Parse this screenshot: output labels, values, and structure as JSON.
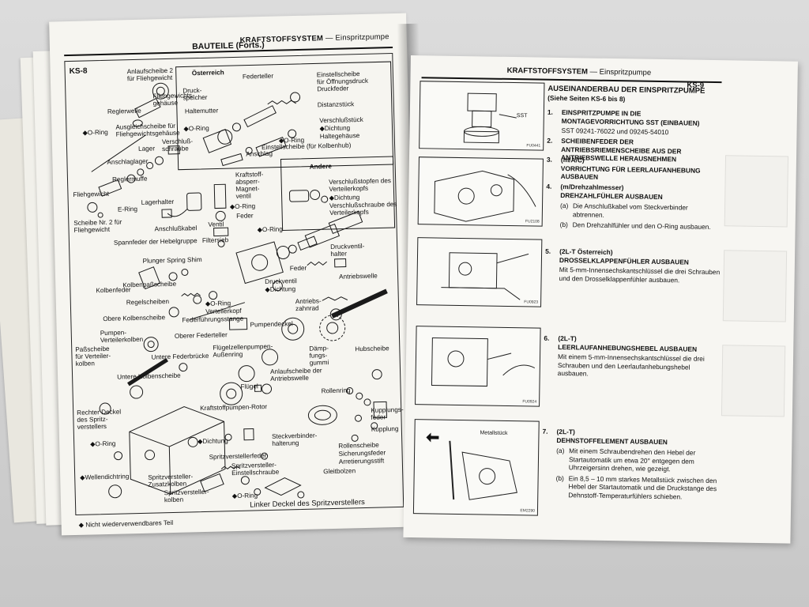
{
  "left_page": {
    "page_number": "KS-8",
    "header_title": "KRAFTSTOFFSYSTEM",
    "header_sep": " — ",
    "header_sub": "Einspritzpumpe",
    "section_title": "BAUTEILE (Forts.)",
    "callouts": {
      "oesterreich": "Österreich",
      "andere": "Andere",
      "anlaufscheibe_fliehgewicht": "Anlaufscheibe 2\nfür Fliehgewicht",
      "reglerwelle": "Reglerwelle",
      "fliehgewichts_gehaeuse": "Fliehgewichts-\ngehäuse",
      "ausgleichscheibe": "Ausgleichscheibe für\nFliehgewichtsgehäuse",
      "o_ring_1": "◆O-Ring",
      "lager": "Lager",
      "verschlussschraube": "Verschluß-\nschraube",
      "anschlaglager": "Anschlaglager",
      "reglermuffe": "Reglermuffe",
      "fliehgewicht": "Fliehgewicht",
      "e_ring": "E-Ring",
      "lagerhalter": "Lagerhalter",
      "scheibe_nr2": "Scheibe Nr. 2 für\nFliehgewicht",
      "druckspeicher": "Druck-\nspeicher",
      "federteller": "Federteller",
      "einstellscheibe_oeffnung": "Einstellscheibe\nfür Öffnungsdruck\nDruckfeder",
      "haltemutter": "Haltemutter",
      "distanzstueck": "Distanzstück",
      "o_ring_2": "◆O-Ring",
      "verschlussstueck": "Verschlußstück",
      "dichtung_1": "◆Dichtung",
      "haltegehaeuse": "Haltegehäuse",
      "o_ring_3": "◆O-Ring",
      "anschlag": "Anschlag",
      "einstellscheibe_kolben": "Einstellscheibe (für Kolbenhub)",
      "magnetventil": "Kraftstoff-\nabsperr-\nMagnet-\nventil",
      "o_ring_4": "◆O-Ring",
      "feder_1": "Feder",
      "anschlusskabel": "Anschlußkabel",
      "ventil": "Ventil",
      "verschlussstopfen": "Verschlußstopfen des\nVerteilerkopfs",
      "dichtung_2": "◆Dichtung",
      "verschlussschraube_vk": "Verschlußschraube des\nVerteilerkopfs",
      "spannfeder": "Spannfeder der Hebelgruppe",
      "filtersieb": "Filtersieb",
      "o_ring_5": "◆O-Ring",
      "plunger_shim": "Plunger Spring Shim",
      "feder_2": "Feder",
      "druckventilhalter": "Druckventil-\nhalter",
      "kolbenfeder": "Kolbenfeder",
      "kolbenpassscheibe": "Kolbenpaßscheibe",
      "druckventil": "Druckventil",
      "dichtung_3": "◆Dichtung",
      "antriebswelle": "Antriebswelle",
      "regelscheiben": "Regelscheiben",
      "o_ring_6": "◆O-Ring",
      "verteilerkopf": "Verteilerkopf",
      "obere_kolbenscheibe": "Obere Kolbenscheibe",
      "federfuehrungsstange": "Federführungsstange",
      "antriebszahnrad": "Antriebs-\nzahnrad",
      "pumpen_verteilerkolben": "Pumpen-\nVerteilerkolben",
      "oberer_federteller": "Oberer Federteller",
      "pumpendeckel": "Pumpendeckel",
      "passscheibe": "Paßscheibe\nfür Verteiler-\nkolben",
      "untere_federbruecke": "Untere Federbrücke",
      "fluegelzellenpumpen": "Flügelzellenpumpen-\nAußenring",
      "daempfungsgummi": "Dämp-\nfungs-\ngummi",
      "hubscheibe": "Hubscheibe",
      "untere_kolbenscheibe": "Untere Kolbenscheibe",
      "anlaufscheibe_antriebswelle": "Anlaufscheibe der\nAntriebswelle",
      "fluegel": "Flügel",
      "rollenring": "Rollenring",
      "rechter_deckel": "Rechter Deckel\ndes Spritz-\nverstellers",
      "rotor": "Kraftstoffpumpen-Rotor",
      "kupplungsfeder": "Kupplungs-\nfeder",
      "kupplung": "Kupplung",
      "o_ring_7": "◆O-Ring",
      "dichtung_4": "◆Dichtung",
      "steckverbinderhalterung": "Steckverbinder-\nhalterung",
      "rollenscheibe": "Rollenscheibe",
      "sicherungsfeder": "Sicherungsfeder",
      "arretierungsstift": "Arretierungsstift",
      "spritzverstellerfeder": "Spritzverstellerfeder",
      "einstellschraube": "Spritzversteller-\nEinstellschraube",
      "gleitbolzen": "Gleitbolzen",
      "wellendichtring": "◆Wellendichtring",
      "zusatzkolben": "Spritzversteller-\nZusatzkolben",
      "spritzverstellerkolben": "Spritzversteller-\nkolben",
      "o_ring_8": "◆O-Ring",
      "linker_deckel": "Linker Deckel des Spritzverstellers"
    },
    "footnote": "◆  Nicht wiederverwendbares Teil"
  },
  "right_page": {
    "header_title": "KRAFTSTOFFSYSTEM",
    "header_sep": " — ",
    "header_sub": "Einspritzpumpe",
    "page_number": "KS-9",
    "main_heading": "AUSEINANDERBAU DER EINSPRITZPUMPE",
    "main_ref": "(Siehe Seiten KS-6 bis 8)",
    "photos": [
      {
        "code": "FU0441",
        "tag": "SST"
      },
      {
        "code": "FU2108",
        "tag": ""
      },
      {
        "code": "FU0923",
        "tag": ""
      },
      {
        "code": "FU0924",
        "tag": ""
      },
      {
        "code": "EM2290",
        "tag": "Metallstück"
      }
    ],
    "steps": [
      {
        "num": "1.",
        "head": "EINSPRITZPUMPE IN DIE MONTAGEVORRICHTUNG SST (EINBAUEN)",
        "text": "SST 09241-76022 und 09245-54010"
      },
      {
        "num": "2.",
        "head": "SCHEIBENFEDER DER ANTRIEBSRIEMENSCHEIBE AUS DER ANTRIEBSWELLE HERAUSNEHMEN"
      },
      {
        "num": "3.",
        "head": "(m/A/C)\nVORRICHTUNG FÜR LEERLAUFANHEBUNG AUSBAUEN"
      },
      {
        "num": "4.",
        "head": "(m/Drehzahlmesser)\nDREHZAHLFÜHLER AUSBAUEN",
        "subs": [
          {
            "k": "(a)",
            "v": "Die Anschlußkabel vom Steckverbinder abtrennen."
          },
          {
            "k": "(b)",
            "v": "Den Drehzahlfühler und den O-Ring ausbauen."
          }
        ]
      },
      {
        "num": "5.",
        "head": "(2L-T Österreich)\nDROSSELKLAPPENFÜHLER AUSBAUEN",
        "text": "Mit 5-mm-Innensechskantschlüssel die drei Schrauben und den Drosselklappenfühler ausbauen."
      },
      {
        "num": "6.",
        "head": "(2L-T)\nLEERLAUFANHEBUNGSHEBEL AUSBAUEN",
        "text": "Mit einem 5-mm-Innensechskantschlüssel die drei Schrauben und den Leerlaufanhebungshebel ausbauen."
      },
      {
        "num": "7.",
        "head": "(2L-T)\nDEHNSTOFFELEMENT AUSBAUEN",
        "subs": [
          {
            "k": "(a)",
            "v": "Mit einem Schraubendrehen den Hebel der Startautomatik um etwa 20° entgegen dem Uhrzeigersinn drehen, wie gezeigt."
          },
          {
            "k": "(b)",
            "v": "Ein 8,5 – 10 mm starkes Metallstück zwischen den Hebel der Startautomatik und die Druckstange des Dehnstoff-Temperaturfühlers schieben."
          }
        ]
      }
    ]
  }
}
